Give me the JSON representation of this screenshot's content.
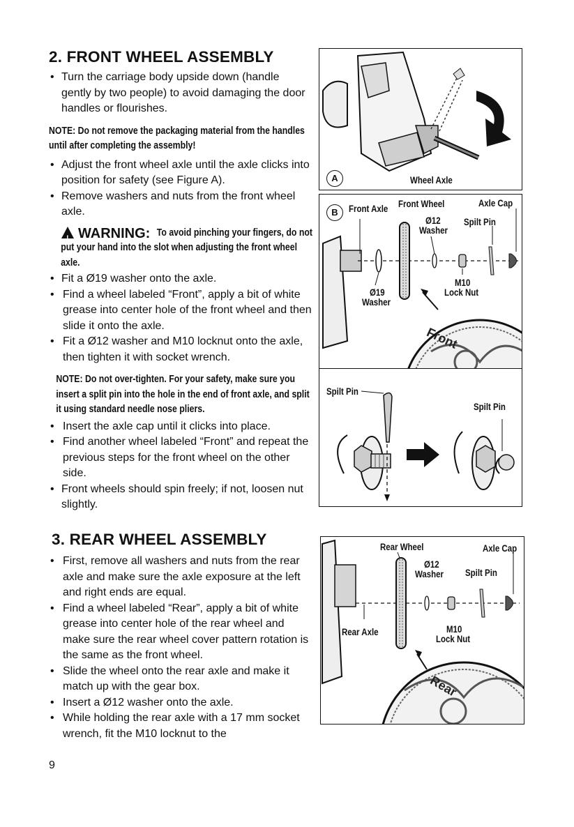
{
  "front": {
    "title": "2. FRONT WHEEL ASSEMBLY",
    "b1": "Turn the carriage body upside down (handle gently by two people) to avoid damaging the door handles or flourishes.",
    "note1": "NOTE: Do not remove the packaging material from the handles until after completing the assembly!",
    "b2": "Adjust the front wheel axle until the axle clicks into position for safety (see Figure A).",
    "b3": "Remove washers and nuts from the front wheel axle.",
    "warning_head": "WARNING:",
    "warning_text": "To avoid pinching your fingers, do not put your hand into the slot when adjusting the front wheel axle.",
    "b4": "Fit a Ø19 washer onto the axle.",
    "b5": "Find a wheel labeled “Front”, apply a bit of white grease into center hole of the front wheel and then slide it onto the axle.",
    "b6": "Fit a Ø12 washer and M10 locknut onto the axle, then tighten it with socket wrench.",
    "note2": "NOTE: Do not over-tighten. For your safety, make sure you insert a split pin into the hole in the end of front axle, and split it using standard needle nose pliers.",
    "b7": "Insert the axle cap until it clicks into place.",
    "b8": "Find another wheel labeled “Front” and repeat the previous steps for the front wheel on the other side.",
    "b9": "Front wheels should spin freely; if not, loosen nut slightly."
  },
  "rear": {
    "title": "3. REAR WHEEL ASSEMBLY",
    "b1": "First, remove all washers and nuts from the rear axle and make sure the axle exposure at the left and right ends are equal.",
    "b2": "Find a wheel labeled “Rear”, apply a bit of white grease into center hole of the rear wheel and make sure the rear wheel cover pattern rotation is the same as the front wheel.",
    "b3": "Slide the wheel onto the rear axle and make it match up with the gear box.",
    "b4": "Insert a Ø12 washer onto the axle.",
    "b5": "While holding the rear axle with a 17 mm socket wrench, fit the M10 locknut to the"
  },
  "figA": {
    "badge": "A",
    "wheel_axle": "Wheel Axle"
  },
  "figB": {
    "badge": "B",
    "front_axle": "Front Axle",
    "front_wheel": "Front Wheel",
    "axle_cap": "Axle Cap",
    "w12a": "Ø12",
    "w12b": "Washer",
    "spilt_pin": "Spilt Pin",
    "m10a": "M10",
    "m10b": "Lock Nut",
    "w19a": "Ø19",
    "w19b": "Washer",
    "wheel_text": "Front"
  },
  "figC": {
    "spilt_pin_left": "Spilt Pin",
    "spilt_pin_right": "Spilt Pin"
  },
  "figD": {
    "rear_wheel": "Rear Wheel",
    "axle_cap": "Axle Cap",
    "w12a": "Ø12",
    "w12b": "Washer",
    "spilt_pin": "Spilt Pin",
    "rear_axle": "Rear Axle",
    "m10a": "M10",
    "m10b": "Lock Nut",
    "wheel_text": "Rear"
  },
  "page_number": "9"
}
